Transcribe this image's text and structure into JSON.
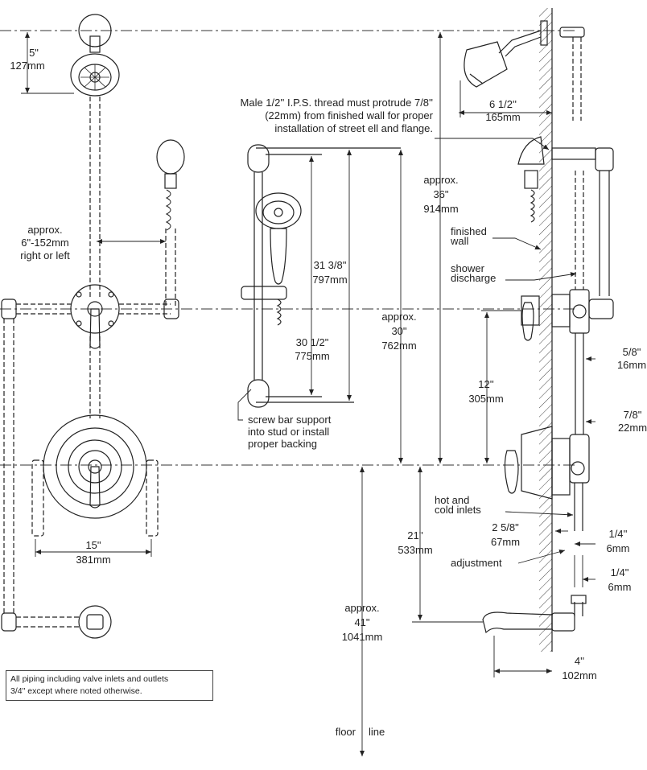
{
  "colors": {
    "line": "#222222",
    "hatch": "#444444",
    "background": "#ffffff"
  },
  "labels": {
    "head_drop": [
      "5\"",
      "127mm"
    ],
    "hand_offset": [
      "approx.",
      "6\"-152mm",
      "right or left"
    ],
    "thread_note": [
      "Male 1/2'' I.P.S. thread must protrude 7/8''",
      "(22mm) from finished wall for proper",
      "installation of street ell and flange."
    ],
    "bar_length": [
      "31 3/8\"",
      "797mm"
    ],
    "bar_centers": [
      "30 1/2\"",
      "775mm"
    ],
    "bar_support": [
      "screw bar support",
      "into stud or install",
      "proper backing"
    ],
    "arm_reach": [
      "6 1/2''",
      "165mm"
    ],
    "head_height": [
      "approx.",
      "36\"",
      "914mm"
    ],
    "bar_height": [
      "approx.",
      "30\"",
      "762mm"
    ],
    "finished_wall": [
      "finished",
      "wall"
    ],
    "shower_discharge": [
      "shower",
      "discharge"
    ],
    "diverter_rise": [
      "12''",
      "305mm"
    ],
    "pipe_5_8": [
      "5/8\"",
      "16mm"
    ],
    "pipe_7_8": [
      "7/8\"",
      "22mm"
    ],
    "inlets": [
      "hot and",
      "cold inlets"
    ],
    "depth": [
      "2 5/8\"",
      "67mm"
    ],
    "adjustment": "adjustment",
    "gap_a": [
      "1/4''",
      "6mm"
    ],
    "gap_b": [
      "1/4\"",
      "6mm"
    ],
    "spout_height": [
      "21''",
      "533mm"
    ],
    "valve_height": [
      "approx.",
      "41\"",
      "1041mm"
    ],
    "inlet_spacing": [
      "15\"",
      "381mm"
    ],
    "spout_reach": [
      "4''",
      "102mm"
    ],
    "floor": [
      "floor",
      "line"
    ]
  },
  "note": [
    "All piping including valve inlets and outlets",
    "3/4\" except where noted otherwise."
  ]
}
